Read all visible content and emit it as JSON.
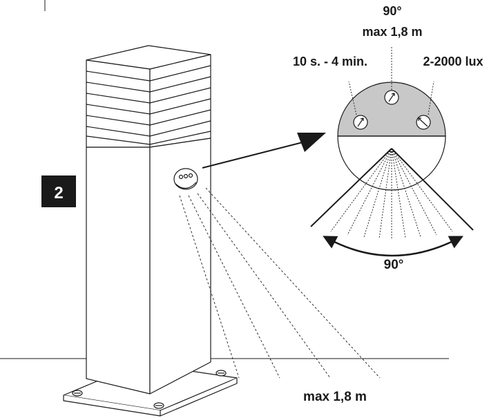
{
  "figure": {
    "step_number": "2",
    "labels": {
      "top_angle": "90°",
      "top_range": "max 1,8 m",
      "time_setting": "10 s. - 4 min.",
      "lux_setting": "2-2000 lux",
      "detection_angle": "90°",
      "bottom_range": "max 1,8 m"
    },
    "colors": {
      "ink": "#1a1a1a",
      "sensor_panel": "#c8c8c8",
      "badge": "#1a1a1a"
    },
    "icons": {
      "dial": "dial-icon",
      "arrow": "arrow-icon"
    }
  }
}
